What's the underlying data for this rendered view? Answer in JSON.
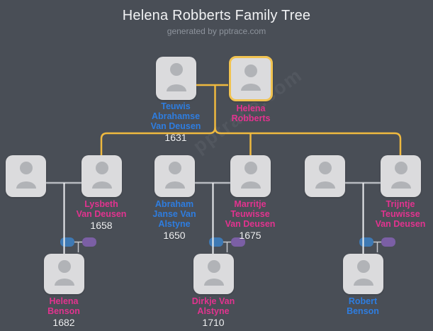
{
  "title": "Helena Robberts Family Tree",
  "subtitle": "generated by pptrace.com",
  "watermark": "pptrace.com",
  "colors": {
    "background": "#494e56",
    "card_fill": "#dbdbdd",
    "avatar": "#b1b3b7",
    "male_name": "#2e7de0",
    "female_name": "#e2338f",
    "year_text": "#f0f1f3",
    "root_highlight_border": "#f1c351",
    "family_descent_line": "#efb93f",
    "couple_line": "#b7bac0",
    "child_drop_line": "#edeff1",
    "chip_blue": "#3e79b4",
    "chip_purple": "#7b5fa5"
  },
  "people": [
    {
      "name": "Teuwis\nAbrahamse\nVan Deusen",
      "year": "1631",
      "color": "blue"
    },
    {
      "name": "Helena\nRobberts",
      "year": "",
      "color": "pink",
      "highlighted": true
    },
    {
      "name": "",
      "year": ""
    },
    {
      "name": "Lysbeth\nVan Deusen",
      "year": "1658",
      "color": "pink"
    },
    {
      "name": "Abraham\nJanse Van\nAlstyne",
      "year": "1650",
      "color": "blue"
    },
    {
      "name": "Marritje\nTeuwisse\nVan Deusen",
      "year": "1675",
      "color": "pink"
    },
    {
      "name": "",
      "year": ""
    },
    {
      "name": "Trijntje\nTeuwisse\nVan Deusen",
      "year": "",
      "color": "pink"
    },
    {
      "name": "Helena\nBenson",
      "year": "1682",
      "color": "pink"
    },
    {
      "name": "Dirkje Van\nAlstyne",
      "year": "1710",
      "color": "pink"
    },
    {
      "name": "Robert\nBenson",
      "year": "",
      "color": "blue"
    }
  ]
}
